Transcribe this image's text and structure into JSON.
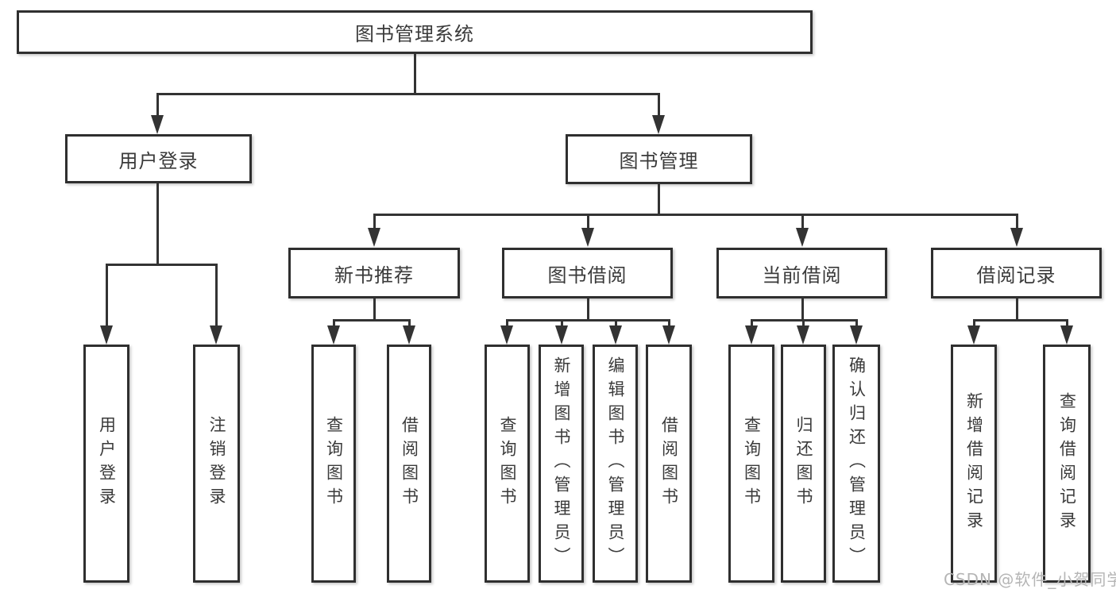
{
  "diagram": {
    "root": "图书管理系统",
    "user_branch": {
      "label": "用户登录",
      "leaves": [
        "用户登录",
        "注销登录"
      ]
    },
    "book_branch": {
      "label": "图书管理",
      "groups": [
        {
          "label": "新书推荐",
          "leaves": [
            "查询图书",
            "借阅图书"
          ]
        },
        {
          "label": "图书借阅",
          "leaves": [
            "查询图书",
            "新增图书（管理员）",
            "编辑图书（管理员）",
            "借阅图书"
          ]
        },
        {
          "label": "当前借阅",
          "leaves": [
            "查询图书",
            "归还图书",
            "确认归还（管理员）"
          ]
        },
        {
          "label": "借阅记录",
          "leaves": [
            "新增借阅记录",
            "查询借阅记录"
          ]
        }
      ]
    }
  },
  "watermark": "CSDN @软件_小贺同学",
  "colors": {
    "line": "#333333",
    "border": "#2f2f2f",
    "text": "#3a3a3a",
    "watermark": "#b5b5b5",
    "background": "#ffffff"
  }
}
